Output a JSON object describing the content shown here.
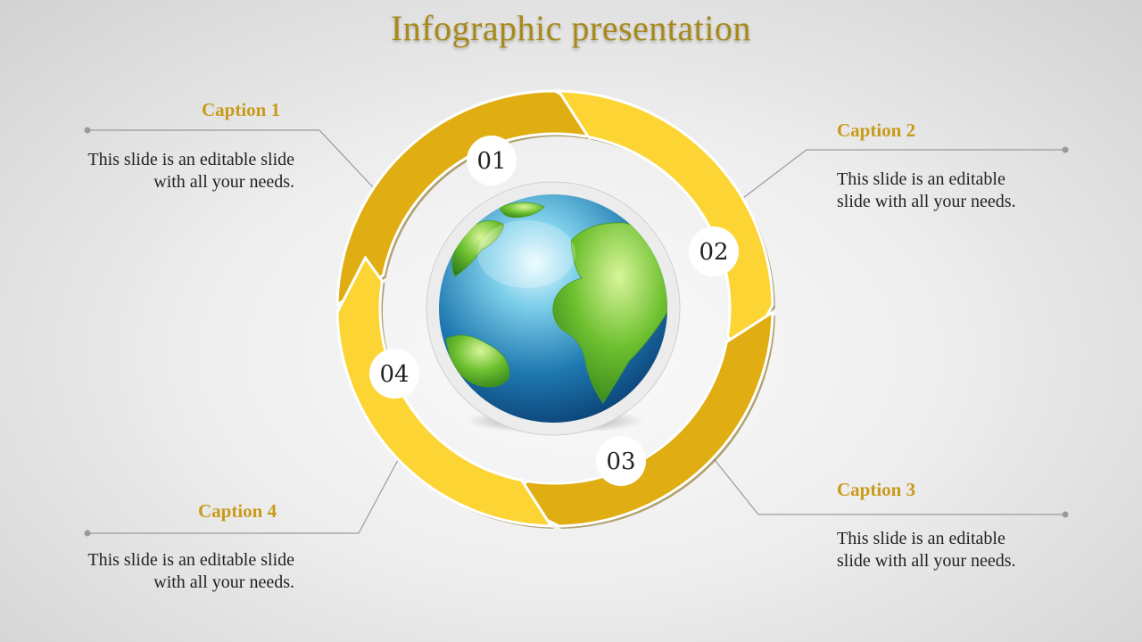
{
  "title": "Infographic presentation",
  "colors": {
    "accent_dark": "#e0ad12",
    "accent_light": "#fcd535",
    "title": "#a8891a",
    "caption": "#c99a1a"
  },
  "segments": [
    {
      "number": "01"
    },
    {
      "number": "02"
    },
    {
      "number": "03"
    },
    {
      "number": "04"
    }
  ],
  "captions": [
    {
      "title": "Caption 1",
      "text": "This slide is an editable slide with all your needs."
    },
    {
      "title": "Caption 2",
      "text": "This slide is an editable slide with all your needs."
    },
    {
      "title": "Caption 3",
      "text": "This slide is an editable slide with all your needs."
    },
    {
      "title": "Caption 4",
      "text": "This slide is an editable slide with all your needs."
    }
  ],
  "center_icon": "globe-icon"
}
